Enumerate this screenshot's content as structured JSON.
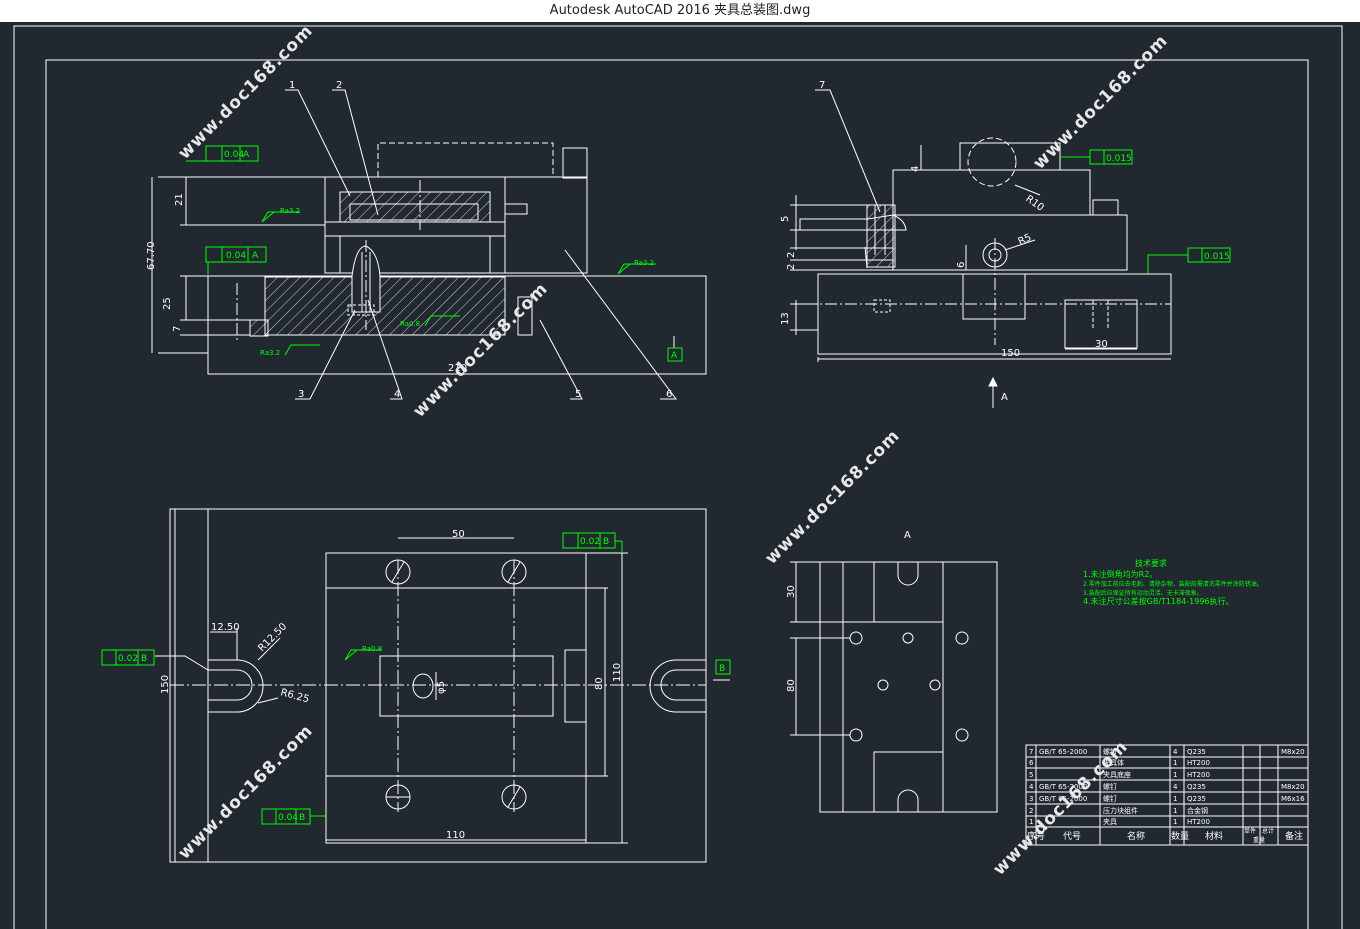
{
  "window": {
    "title": "Autodesk AutoCAD 2016    夹具总装图.dwg"
  },
  "watermark": "www.doc168.com",
  "colors": {
    "background": "#212830",
    "line": "#ffffff",
    "annotation": "#00ff00"
  },
  "front_view": {
    "callouts": [
      "1",
      "2",
      "3",
      "4",
      "5",
      "6"
    ],
    "dims": {
      "overall_height": "67.70",
      "upper": "21",
      "lower": "25",
      "small": "7",
      "width": "210"
    },
    "tol_parallel_top": "0.04",
    "tol_parallel_mid": "0.04",
    "datum": "A",
    "rough_a": "Ra3.2",
    "rough_b": "Ra3.2",
    "rough_c": "Ra0.8",
    "rough_d": "Ra3.2"
  },
  "side_view": {
    "callout": "7",
    "tol_flat_top": "0.015",
    "tol_flat_mid": "0.015",
    "dims": {
      "d4": "4",
      "d5": "5",
      "d2a": "2",
      "d2b": "2",
      "d6": "6",
      "d13": "13",
      "d150": "150",
      "d30": "30",
      "r10": "R10",
      "r5": "R5"
    },
    "view_arrow": "A"
  },
  "plan_view": {
    "dims": {
      "d50": "50",
      "d150": "150",
      "d110w": "110",
      "d110h": "110",
      "d80": "80",
      "d1250": "12.50",
      "r250": "R12.50",
      "r625": "R6.25",
      "phi5": "φ5"
    },
    "tol_flat_right": "0.02",
    "tol_flat_left": "0.02",
    "tol_perp": "0.04",
    "datum_b": "B",
    "rough": "Ra0.8"
  },
  "view_a": {
    "label": "A",
    "dims": {
      "d30": "30",
      "d80": "80"
    }
  },
  "tech_req": {
    "title": "技术要求",
    "items": [
      "1.未注倒角均为R2。",
      "2.零件加工前应去毛刺、清除杂物，装配前需清洗零件并涂防锈油。",
      "3.装配后应保证所有运动灵活、无卡滞现象。",
      "4.未注尺寸公差按GB/T1184-1996执行。"
    ]
  },
  "bom": {
    "rows": [
      [
        "7",
        "GB/T 65-2000",
        "螺钉",
        "4",
        "Q235",
        "",
        "",
        "M8x20"
      ],
      [
        "6",
        "",
        "夹具体",
        "1",
        "HT200",
        "",
        "",
        ""
      ],
      [
        "5",
        "",
        "夹具底座",
        "1",
        "HT200",
        "",
        "",
        ""
      ],
      [
        "4",
        "GB/T 65-2000",
        "螺钉",
        "4",
        "Q235",
        "",
        "",
        "M8x20"
      ],
      [
        "3",
        "GB/T 65-2000",
        "螺钉",
        "1",
        "Q235",
        "",
        "",
        "M6x16"
      ],
      [
        "2",
        "",
        "压力块组件",
        "1",
        "合金钢",
        "",
        "",
        ""
      ],
      [
        "1",
        "",
        "夹具",
        "1",
        "HT200",
        "",
        "",
        ""
      ]
    ],
    "header": [
      "序号",
      "代号",
      "名称",
      "数量",
      "材料",
      "单件",
      "总计",
      "备注"
    ],
    "header_sub": "重量"
  }
}
